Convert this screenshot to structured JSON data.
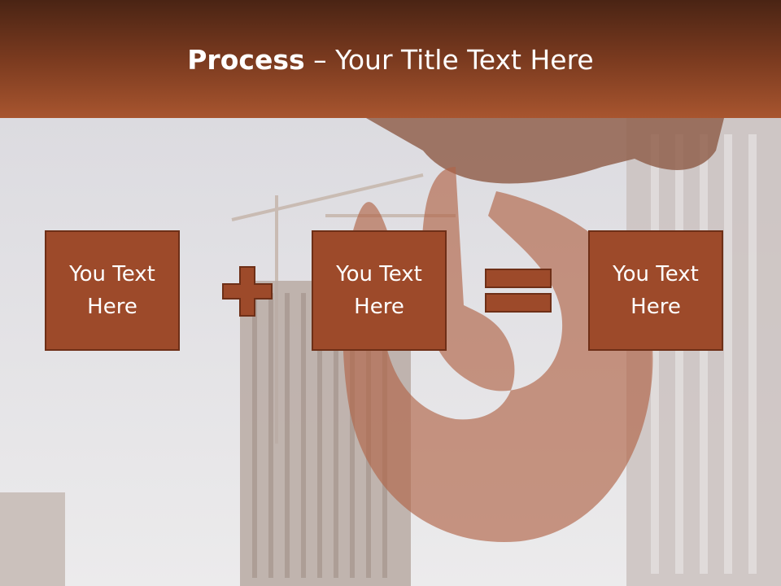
{
  "slide": {
    "title_bold": "Process",
    "title_rest": " – Your Title Text Here",
    "boxes": [
      {
        "text": "You Text Here"
      },
      {
        "text": "You Text Here"
      },
      {
        "text": "You Text Here"
      }
    ],
    "operators": [
      "plus-icon",
      "equals-icon"
    ],
    "colors": {
      "header_top": "#4a2414",
      "header_bottom": "#a8552f",
      "box_fill": "#9d4a2a",
      "box_border": "#6e2f17",
      "text": "#ffffff"
    }
  }
}
